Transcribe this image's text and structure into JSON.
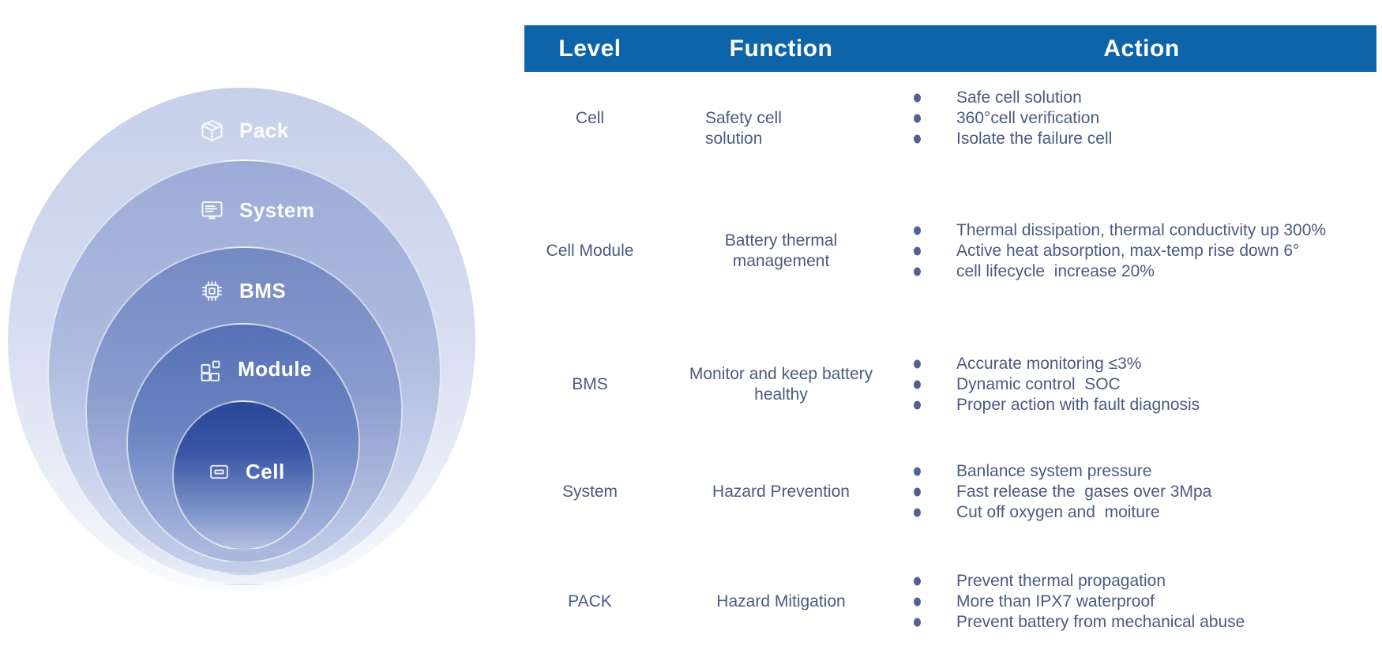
{
  "diagram": {
    "rings": [
      {
        "label": "Pack",
        "icon": "package-cube-icon"
      },
      {
        "label": "System",
        "icon": "monitor-icon"
      },
      {
        "label": "BMS",
        "icon": "chip-icon"
      },
      {
        "label": "Module",
        "icon": "module-grid-icon"
      },
      {
        "label": "Cell",
        "icon": "battery-cell-icon"
      }
    ],
    "colors": {
      "ring_pack": "#c7d0ea",
      "ring_system": "#9dacd7",
      "ring_bms": "#7589c3",
      "ring_module": "#5671b6",
      "ring_cell_top": "#2a4697",
      "label_text": "#ffffff"
    }
  },
  "table": {
    "headers": [
      "Level",
      "Function",
      "Action"
    ],
    "colors": {
      "header_bar": "#0d64a8",
      "header_text": "#ffffff",
      "body_text": "#4a5a80",
      "bullet": "#4f6290"
    },
    "rows": [
      {
        "level": "Cell",
        "function": "Safety cell\nsolution",
        "actions": [
          "Safe cell solution",
          "360°cell verification",
          "Isolate the failure cell"
        ]
      },
      {
        "level": "Cell Module",
        "function": "Battery thermal\nmanagement",
        "actions": [
          "Thermal dissipation, thermal conductivity up 300%",
          "Active heat absorption, max-temp rise down 6°",
          "cell lifecycle  increase 20%"
        ]
      },
      {
        "level": "BMS",
        "function": "Monitor and keep battery\nhealthy",
        "actions": [
          "Accurate monitoring ≤3%",
          "Dynamic control  SOC",
          "Proper action with fault diagnosis"
        ]
      },
      {
        "level": "System",
        "function": "Hazard Prevention",
        "actions": [
          "Banlance system pressure",
          "Fast release the  gases over 3Mpa",
          "Cut off oxygen and  moiture"
        ]
      },
      {
        "level": "PACK",
        "function": "Hazard Mitigation",
        "actions": [
          "Prevent thermal propagation",
          "More than IPX7 waterproof",
          "Prevent battery from mechanical abuse"
        ]
      }
    ]
  }
}
